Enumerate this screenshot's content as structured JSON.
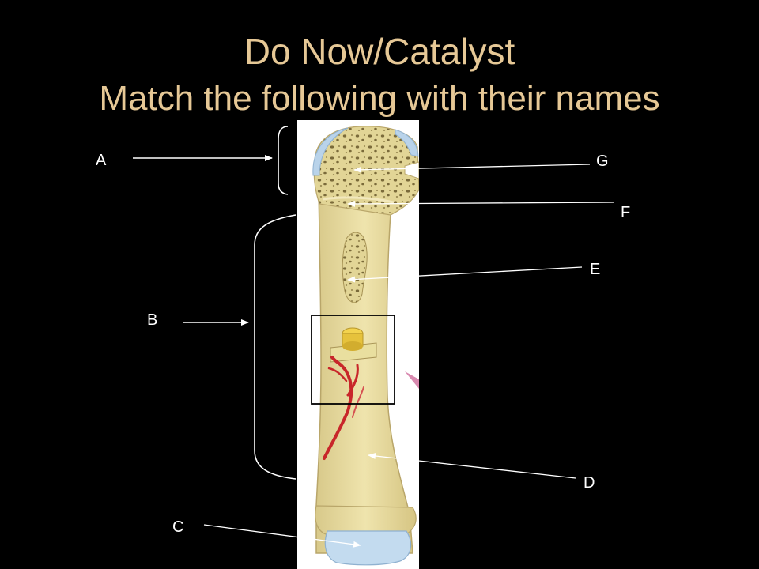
{
  "slide": {
    "title_line1": "Do Now/Catalyst",
    "title_line2": "Match the following with their names"
  },
  "labels": {
    "a": "A",
    "b": "B",
    "c": "C",
    "d": "D",
    "e": "E",
    "f": "F",
    "g": "G"
  },
  "colors": {
    "background": "#000000",
    "title": "#e6c896",
    "bone": "#e8dc9e",
    "cartilage": "#b9d3ea",
    "vessel": "#c8262a"
  }
}
